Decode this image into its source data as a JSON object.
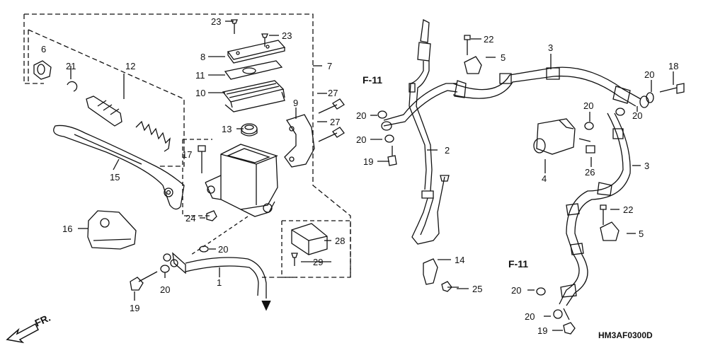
{
  "callouts": [
    {
      "id": "c23a",
      "text": "23"
    },
    {
      "id": "c23b",
      "text": "23"
    },
    {
      "id": "c8",
      "text": "8"
    },
    {
      "id": "c11",
      "text": "11"
    },
    {
      "id": "c10",
      "text": "10"
    },
    {
      "id": "c7",
      "text": "7"
    },
    {
      "id": "c6",
      "text": "6"
    },
    {
      "id": "c21",
      "text": "21"
    },
    {
      "id": "c12",
      "text": "12"
    },
    {
      "id": "c13",
      "text": "13"
    },
    {
      "id": "c9",
      "text": "9"
    },
    {
      "id": "c27a",
      "text": "27"
    },
    {
      "id": "c27b",
      "text": "27"
    },
    {
      "id": "c17",
      "text": "17"
    },
    {
      "id": "c15",
      "text": "15"
    },
    {
      "id": "c16",
      "text": "16"
    },
    {
      "id": "c24",
      "text": "24"
    },
    {
      "id": "c20a",
      "text": "20"
    },
    {
      "id": "c1",
      "text": "1"
    },
    {
      "id": "c20b",
      "text": "20"
    },
    {
      "id": "c19a",
      "text": "19"
    },
    {
      "id": "c28",
      "text": "28"
    },
    {
      "id": "c29",
      "text": "29"
    },
    {
      "id": "c20c",
      "text": "20"
    },
    {
      "id": "c20d",
      "text": "20"
    },
    {
      "id": "c19b",
      "text": "19"
    },
    {
      "id": "c2",
      "text": "2"
    },
    {
      "id": "c14",
      "text": "14"
    },
    {
      "id": "c25",
      "text": "25"
    },
    {
      "id": "c22a",
      "text": "22"
    },
    {
      "id": "c5a",
      "text": "5"
    },
    {
      "id": "c3a",
      "text": "3"
    },
    {
      "id": "c20e",
      "text": "20"
    },
    {
      "id": "c18",
      "text": "18"
    },
    {
      "id": "c20f",
      "text": "20"
    },
    {
      "id": "c20g",
      "text": "20"
    },
    {
      "id": "c4",
      "text": "4"
    },
    {
      "id": "c26",
      "text": "26"
    },
    {
      "id": "c3b",
      "text": "3"
    },
    {
      "id": "c22b",
      "text": "22"
    },
    {
      "id": "c5b",
      "text": "5"
    },
    {
      "id": "c20h",
      "text": "20"
    },
    {
      "id": "c20i",
      "text": "20"
    },
    {
      "id": "c19c",
      "text": "19"
    }
  ],
  "refs": {
    "f11_top": "F-11",
    "f11_bottom": "F-11"
  },
  "front_arrow": "FR.",
  "diagram_code": "HM3AF0300D"
}
